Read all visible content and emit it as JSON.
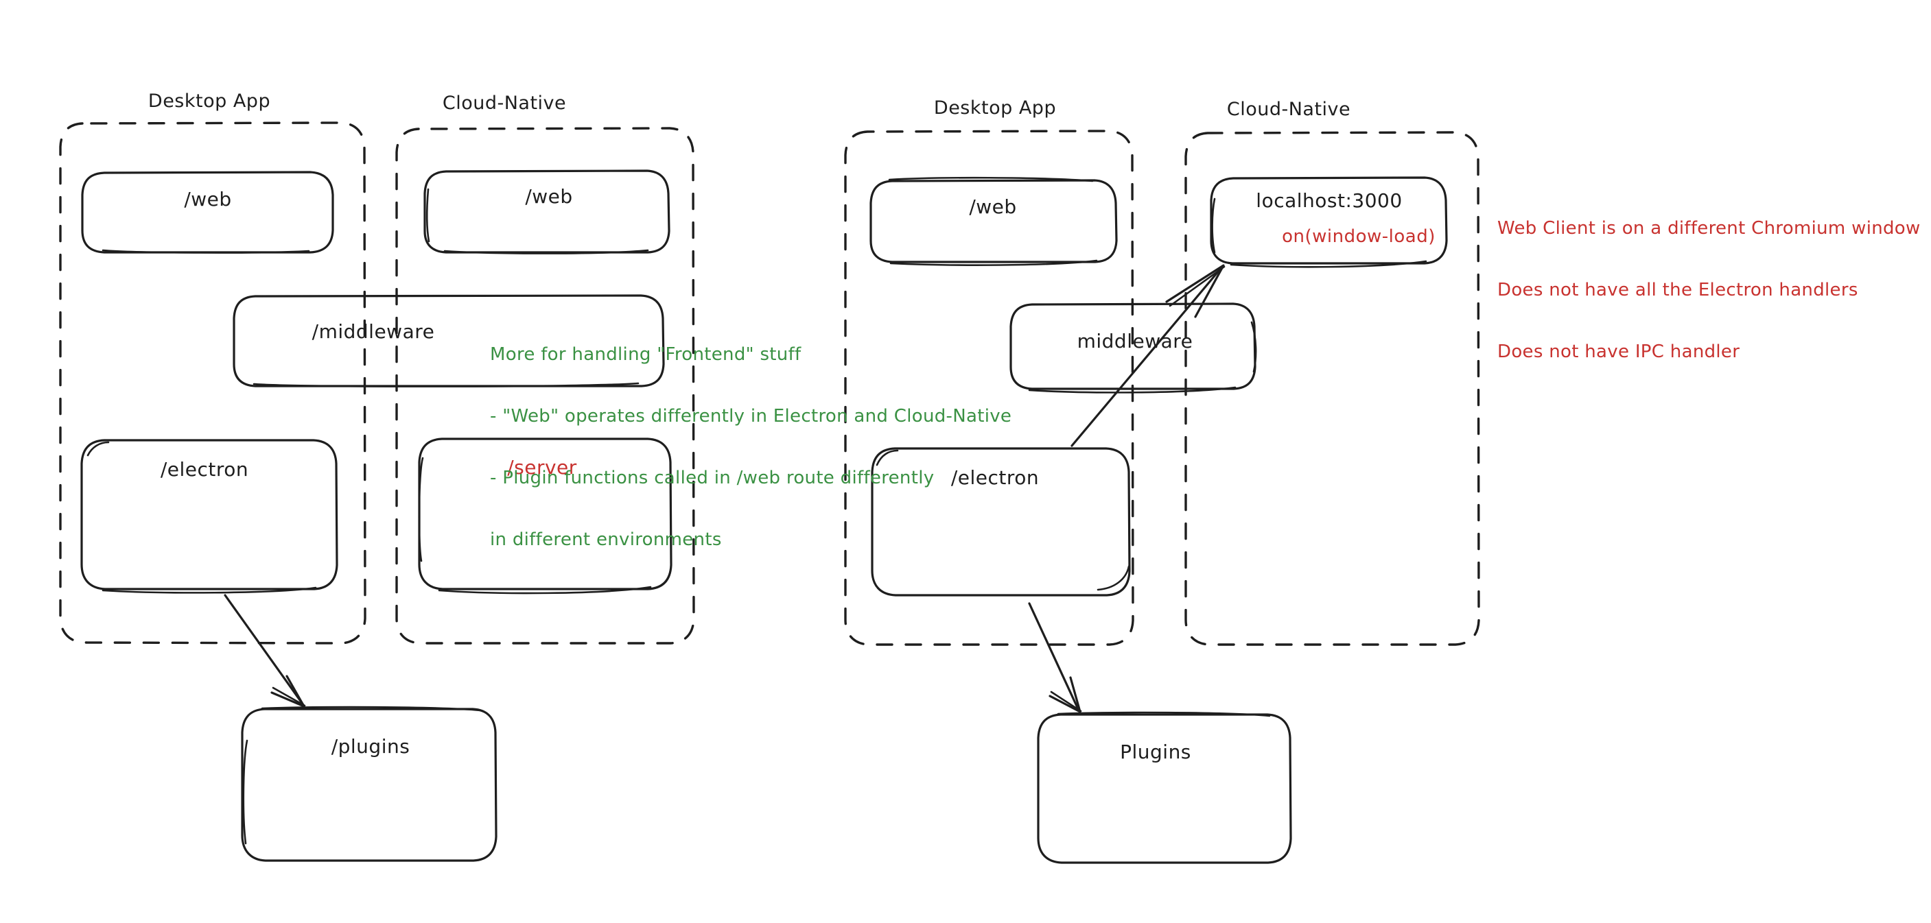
{
  "diagram": {
    "title": "Electron vs Cloud-Native architecture sketch",
    "style": "hand-drawn whiteboard sketch",
    "background": "#ffffff",
    "colors": {
      "stroke": "#1e1e1e",
      "green": "#3a9143",
      "red": "#c8322f"
    }
  },
  "left_diagram": {
    "groups": [
      {
        "id": "left-desktop-app",
        "label": "Desktop App"
      },
      {
        "id": "left-cloud-native",
        "label": "Cloud-Native"
      }
    ],
    "nodes": [
      {
        "id": "left-desktop-web",
        "label": "/web",
        "color": "#1e1e1e"
      },
      {
        "id": "left-cloud-web",
        "label": "/web",
        "color": "#1e1e1e"
      },
      {
        "id": "left-middleware",
        "label": "/middleware",
        "color": "#1e1e1e"
      },
      {
        "id": "left-electron",
        "label": "/electron",
        "color": "#1e1e1e"
      },
      {
        "id": "left-server",
        "label": "/server",
        "color": "#c8322f"
      },
      {
        "id": "left-plugins",
        "label": "/plugins",
        "color": "#1e1e1e"
      }
    ],
    "edges": [
      {
        "id": "left-electron-to-plugins",
        "from": "left-electron",
        "to": "left-plugins"
      }
    ]
  },
  "right_diagram": {
    "groups": [
      {
        "id": "right-desktop-app",
        "label": "Desktop App"
      },
      {
        "id": "right-cloud-native",
        "label": "Cloud-Native"
      }
    ],
    "nodes": [
      {
        "id": "right-desktop-web",
        "label": "/web",
        "color": "#1e1e1e"
      },
      {
        "id": "right-localhost",
        "label": "localhost:3000",
        "sublabel": "on(window-load)",
        "color": "#1e1e1e",
        "sublabel_color": "#c8322f"
      },
      {
        "id": "right-middleware",
        "label": "middleware",
        "color": "#1e1e1e"
      },
      {
        "id": "right-electron",
        "label": "/electron",
        "color": "#1e1e1e"
      },
      {
        "id": "right-plugins",
        "label": "Plugins",
        "color": "#1e1e1e"
      }
    ],
    "edges": [
      {
        "id": "right-electron-to-plugins",
        "from": "right-electron",
        "to": "right-plugins"
      },
      {
        "id": "right-electron-to-localhost",
        "from": "right-electron",
        "to": "right-localhost"
      }
    ]
  },
  "annotations": {
    "green_note": {
      "color": "#3a9143",
      "lines": [
        "More for handling \"Frontend\" stuff",
        "- \"Web\" operates differently in Electron and Cloud-Native",
        "- Plugin functions called in /web route differently",
        "in different environments"
      ]
    },
    "red_note": {
      "color": "#c8322f",
      "lines": [
        "Web Client is on a different Chromium window",
        "Does not have all the Electron handlers",
        "Does not have IPC handler"
      ]
    }
  }
}
